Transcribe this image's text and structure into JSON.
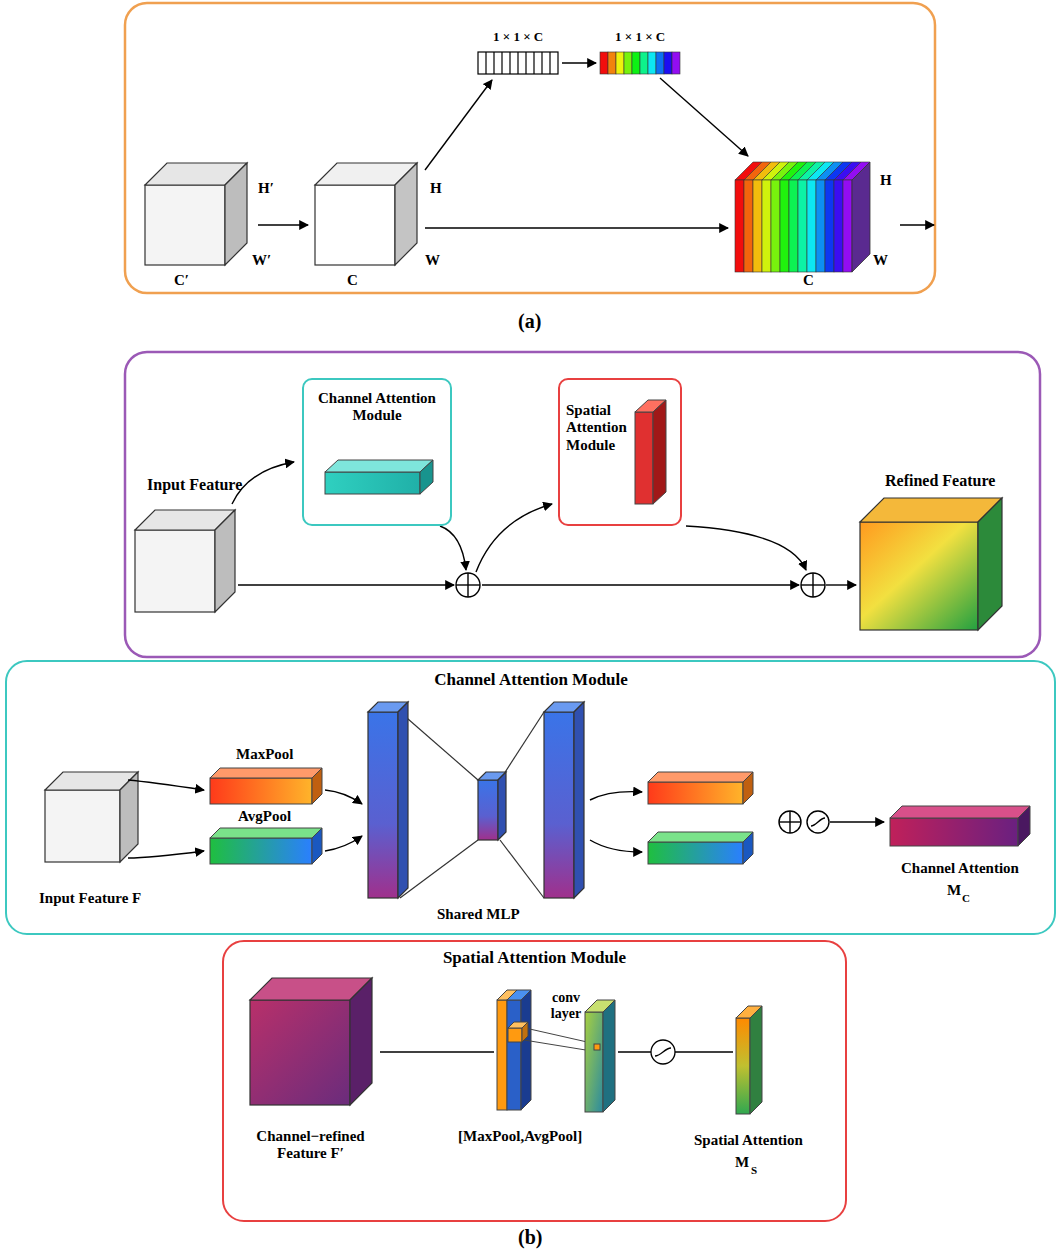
{
  "diagram": {
    "nodes": [
      {
        "text": [
          "Channel Attention Module"
        ]
      },
      {
        "text": [
          "Spatial Attention Module"
        ]
      },
      {
        "text": [
          "Channel Attention Module"
        ]
      },
      {
        "text": [
          "Spatial Attention Module"
        ]
      }
    ],
    "labels": [
      "1 × 1 × C",
      "1 × 1 × C",
      "H′",
      "W′",
      "C′",
      "H",
      "W",
      "C",
      "H",
      "W",
      "C",
      "(a)",
      "Input Feature",
      "Refined Feature",
      "MaxPool",
      "AvgPool",
      "Input Feature F",
      "Shared MLP",
      "Channel Attention",
      "M",
      "C",
      "Channel−refined Feature F′",
      "[MaxPool,AvgPool]",
      "conv layer",
      "Spatial Attention",
      "M",
      "S",
      "(b)"
    ]
  }
}
